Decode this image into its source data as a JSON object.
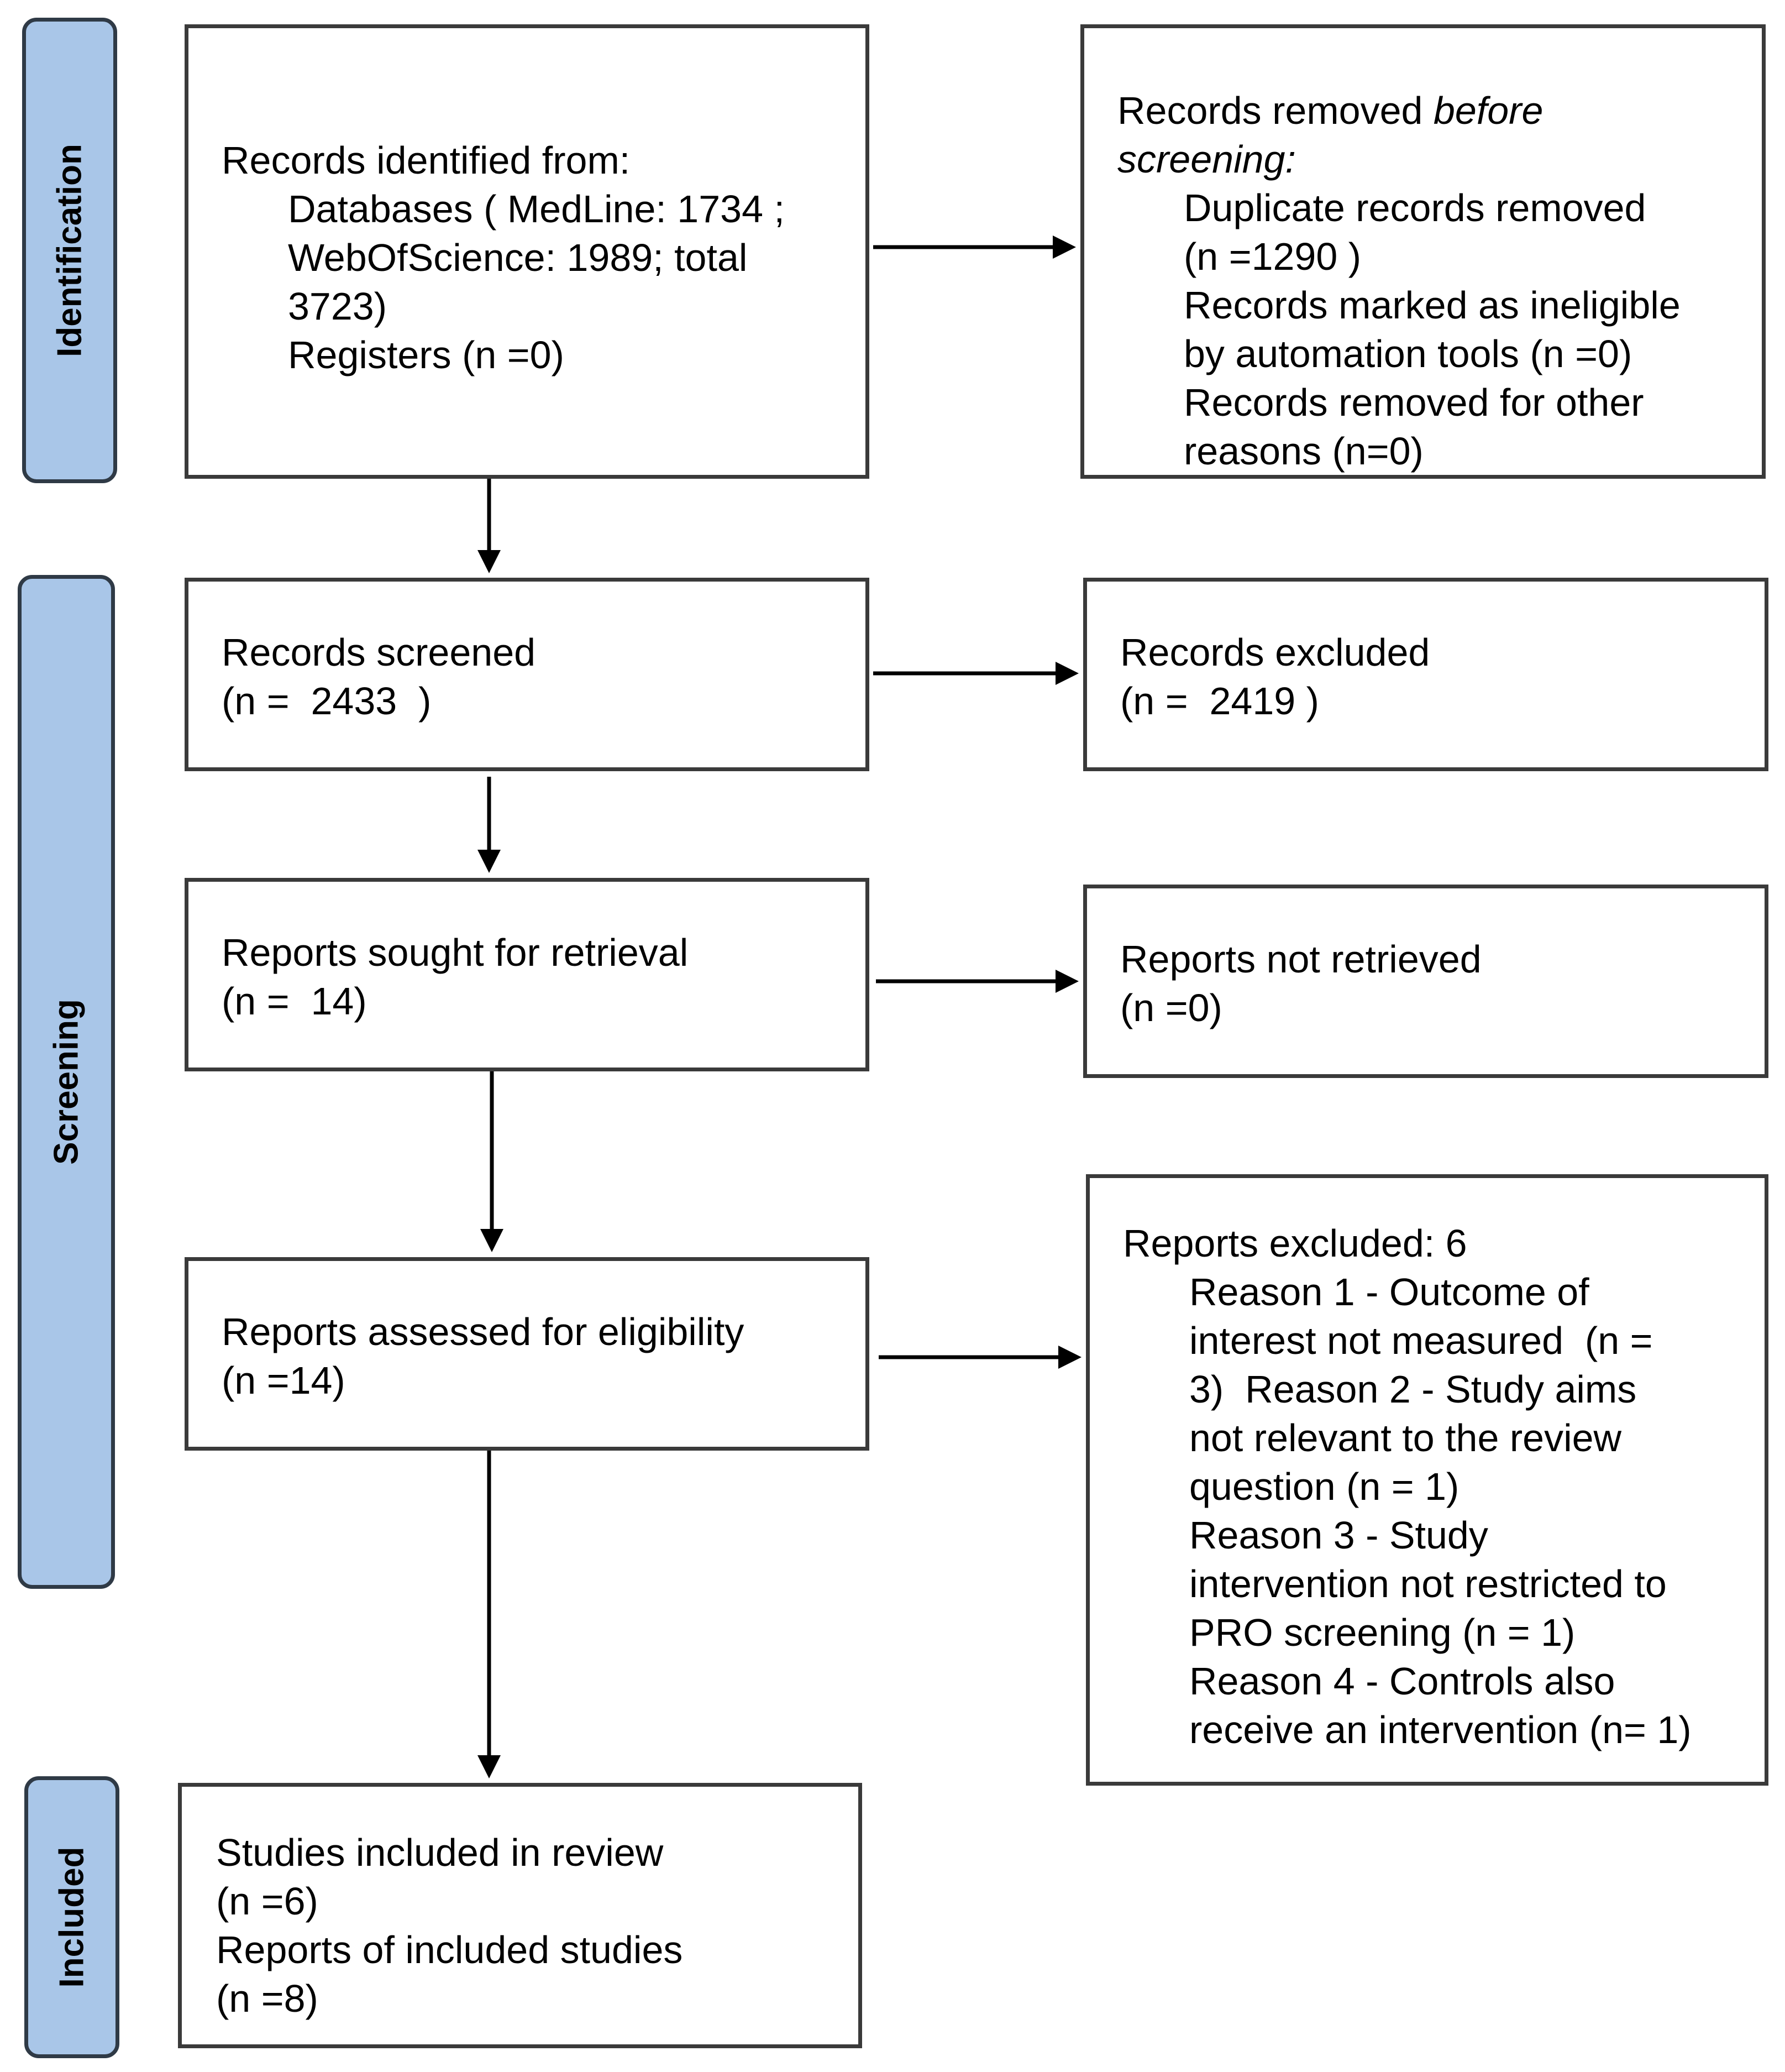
{
  "phases": {
    "identification": "Identification",
    "screening": "Screening",
    "included": "Included"
  },
  "boxes": {
    "records_identified": {
      "heading": "Records identified from:",
      "databases_line1": "Databases ( MedLine: 1734 ;",
      "databases_line2": "WebOfScience: 1989; total",
      "databases_line3": "3723)",
      "registers": "Registers (n =0)"
    },
    "records_removed": {
      "heading_prefix": "Records removed ",
      "heading_italic_1": "before",
      "heading_italic_2": "screening:",
      "duplicates_line1": "Duplicate records removed",
      "duplicates_line2": "(n =1290 )",
      "ineligible_line1": "Records marked as ineligible",
      "ineligible_line2": "by automation tools (n =0)",
      "other_line1": "Records removed for other",
      "other_line2": "reasons (n=0)"
    },
    "records_screened": {
      "line1": "Records screened",
      "line2": "(n =  2433  )"
    },
    "records_excluded": {
      "line1": "Records excluded",
      "line2": "(n =  2419 )"
    },
    "reports_sought": {
      "line1": "Reports sought for retrieval",
      "line2": "(n =  14)"
    },
    "reports_not_retrieved": {
      "line1": "Reports not retrieved",
      "line2": "(n =0)"
    },
    "reports_assessed": {
      "line1": "Reports assessed for eligibility",
      "line2": "(n =14)"
    },
    "reports_excluded": {
      "heading": "Reports excluded: 6",
      "lines": [
        "Reason 1 - Outcome of",
        "interest not measured  (n =",
        "3)  Reason 2 - Study aims",
        "not relevant to the review",
        "question (n = 1)",
        "Reason 3 - Study",
        "intervention not restricted to",
        "PRO screening (n = 1)",
        "Reason 4 - Controls also",
        "receive an intervention (n= 1)"
      ]
    },
    "studies_included": {
      "line1": "Studies included in review",
      "line2": "(n =6)",
      "line3": "Reports of included studies",
      "line4": "(n =8)"
    }
  }
}
